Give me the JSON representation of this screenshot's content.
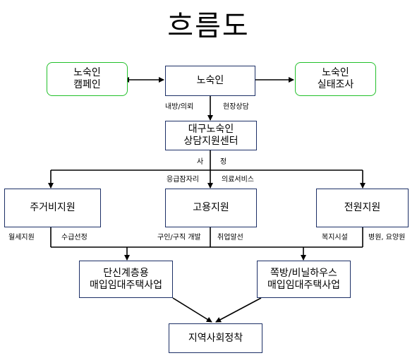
{
  "title": "흐름도",
  "colors": {
    "box_border": "#1c2f66",
    "campaign_border": "#22c02a",
    "line": "#000000"
  },
  "nodes": {
    "homeless": "노숙인",
    "campaign": [
      "노숙인",
      "캠페인"
    ],
    "survey": [
      "노숙인",
      "실태조사"
    ],
    "center": [
      "대구노숙인",
      "상담지원센터"
    ],
    "housing": "주거비지원",
    "employment": "고용지원",
    "facility": "전원지원",
    "single_housing": [
      "단신계층용",
      "매입임대주택사업"
    ],
    "jjokbang_housing": [
      "쪽방/비닐하우스",
      "매입임대주택사업"
    ],
    "settlement": "지역사회정착"
  },
  "labels": {
    "visit": "내방/의뢰",
    "onsite": "현장상담",
    "sa": "사",
    "jeong": "정",
    "emergency_job": "응급잠자리",
    "medical": "의료서비스",
    "rent": "월세지원",
    "beneficiary": "수급선정",
    "job_seek": "구인/구직 개발",
    "job_placement": "취업알선",
    "welfare_facility": "복지시설",
    "hospital": "병원, 요양원"
  }
}
